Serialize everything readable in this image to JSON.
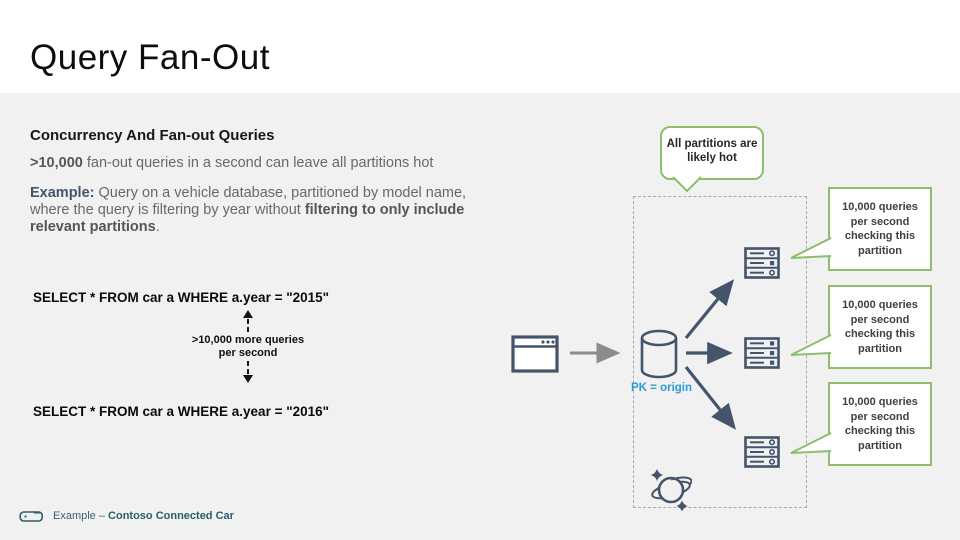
{
  "slide": {
    "title": "Query Fan-Out",
    "heading": "Concurrency And Fan-out Queries",
    "fact_bold": ">10,000",
    "fact_rest": " fan-out queries in a second can leave all partitions hot",
    "example_label": "Example:",
    "example_text": " Query on a vehicle database, partitioned by model name, where the query is filtering by year without ",
    "example_bold": "filtering to only include relevant partitions",
    "example_suffix": ".",
    "sql_2015": "SELECT * FROM car a WHERE a.year = \"2015\"",
    "sql_2016": "SELECT * FROM car a WHERE a.year = \"2016\"",
    "connector_line1": ">10,000 more queries",
    "connector_line2": "per second",
    "bubble_top": "All partitions are likely hot",
    "pk_label": "PK = origin",
    "callouts": [
      {
        "text": "10,000 queries per second checking this partition"
      },
      {
        "text": "10,000 queries per second checking this partition"
      },
      {
        "text": "10,000 queries per second checking this partition"
      }
    ],
    "footer": {
      "prefix": "Example – ",
      "name": "Contoso Connected Car"
    },
    "colors": {
      "navy": "#44546A",
      "green": "#8CBE6C",
      "pk_blue": "#2E9BD5",
      "teal": "#265F6B",
      "body_gray": "#686868",
      "arrow_gray": "#8C8C8C"
    }
  }
}
